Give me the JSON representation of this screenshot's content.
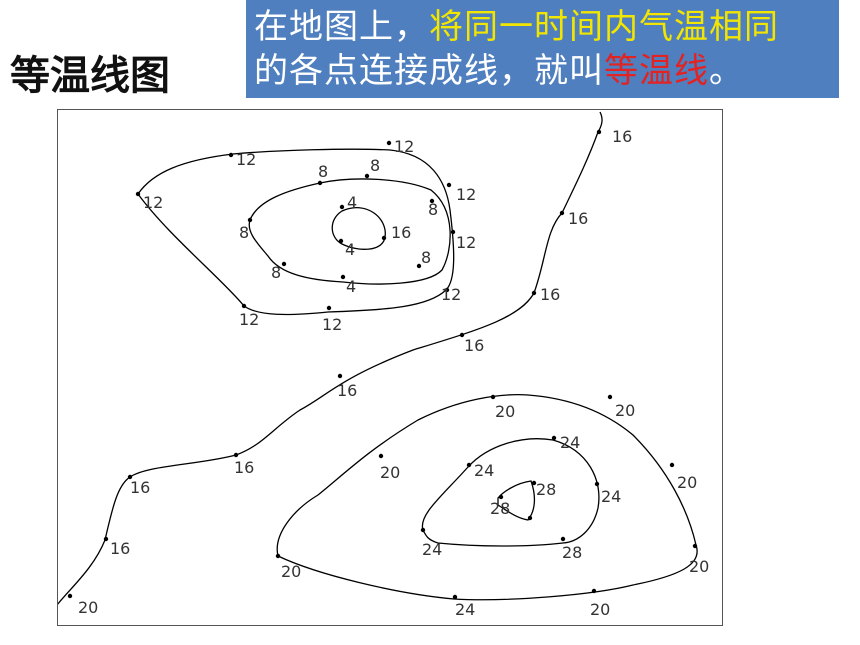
{
  "slide": {
    "title": "等温线图",
    "callout": {
      "line1_a": "在地图上，",
      "line1_b": "将同一时间内气温相同",
      "line2_a": "的各点连接成线，就叫",
      "line2_b": "等温线",
      "line2_c": "。"
    }
  },
  "map": {
    "labels": [
      {
        "id": "l12a",
        "text": "12"
      },
      {
        "id": "l12b",
        "text": "12"
      },
      {
        "id": "l12c",
        "text": "12"
      },
      {
        "id": "l12d",
        "text": "12"
      },
      {
        "id": "l12e",
        "text": "12"
      },
      {
        "id": "l12f",
        "text": "12"
      },
      {
        "id": "l12g",
        "text": "12"
      },
      {
        "id": "l12h",
        "text": "12"
      },
      {
        "id": "l8a",
        "text": "8"
      },
      {
        "id": "l8b",
        "text": "8"
      },
      {
        "id": "l8c",
        "text": "8"
      },
      {
        "id": "l8d",
        "text": "8"
      },
      {
        "id": "l8e",
        "text": "8"
      },
      {
        "id": "l8f",
        "text": "8"
      },
      {
        "id": "l4a",
        "text": "4"
      },
      {
        "id": "l4b",
        "text": "4"
      },
      {
        "id": "l4c",
        "text": "4"
      },
      {
        "id": "l16a",
        "text": "16"
      },
      {
        "id": "l16b",
        "text": "16"
      },
      {
        "id": "l16c",
        "text": "16"
      },
      {
        "id": "l16d",
        "text": "16"
      },
      {
        "id": "l16e",
        "text": "16"
      },
      {
        "id": "l16f",
        "text": "16"
      },
      {
        "id": "l16g",
        "text": "16"
      },
      {
        "id": "l16h",
        "text": "16"
      },
      {
        "id": "l16i",
        "text": "16"
      },
      {
        "id": "l20a",
        "text": "20"
      },
      {
        "id": "l20b",
        "text": "20"
      },
      {
        "id": "l20c",
        "text": "20"
      },
      {
        "id": "l20d",
        "text": "20"
      },
      {
        "id": "l20e",
        "text": "20"
      },
      {
        "id": "l20f",
        "text": "20"
      },
      {
        "id": "l20g",
        "text": "20"
      },
      {
        "id": "l24a",
        "text": "24"
      },
      {
        "id": "l24b",
        "text": "24"
      },
      {
        "id": "l24c",
        "text": "24"
      },
      {
        "id": "l24d",
        "text": "24"
      },
      {
        "id": "l24e",
        "text": "24"
      },
      {
        "id": "l28a",
        "text": "28"
      },
      {
        "id": "l28b",
        "text": "28"
      },
      {
        "id": "l28c",
        "text": "28"
      }
    ]
  },
  "colors": {
    "callout_bg": "#4f7fbf",
    "highlight_yellow": "#f2e600",
    "highlight_red": "#e32222"
  }
}
